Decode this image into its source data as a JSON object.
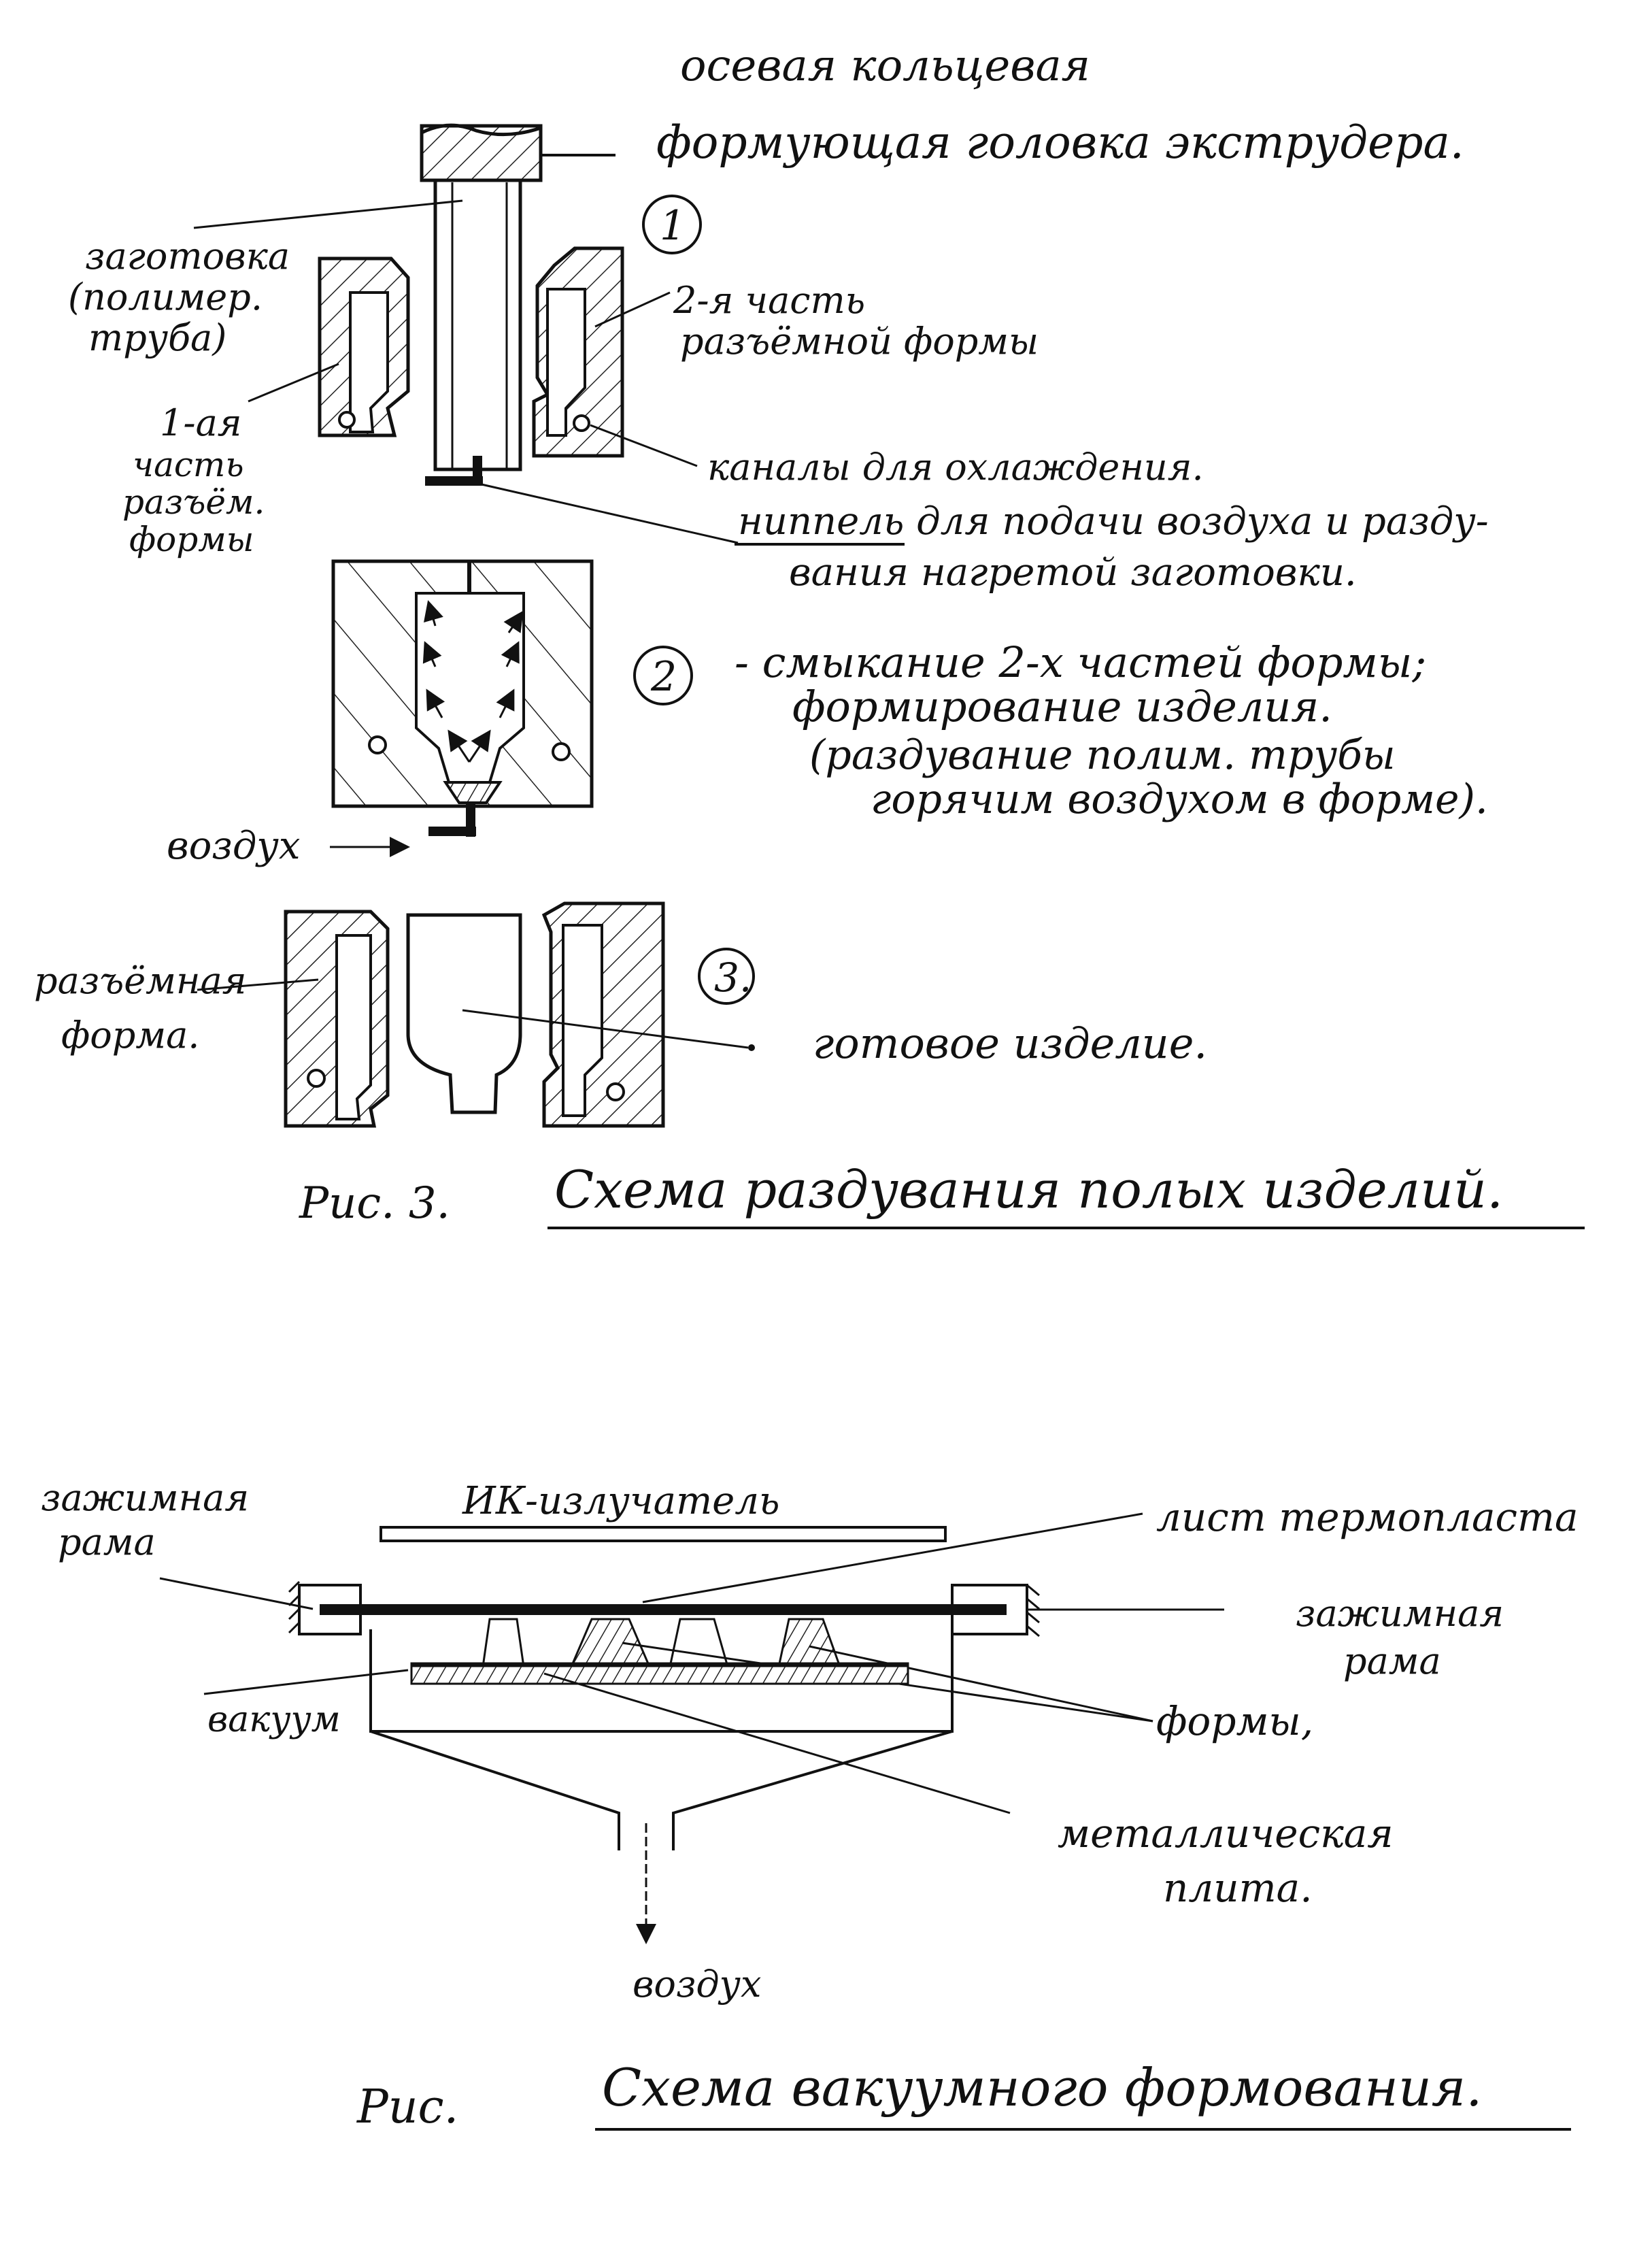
{
  "fig3": {
    "top_note": "осевая кольцевая",
    "extruder_head": "формующая головка экструдера.",
    "blank_label": [
      "заготовка",
      "(полимер.",
      "труба)"
    ],
    "step1": "1",
    "step2": "2",
    "step3": "3.",
    "part2_label": [
      "2-я часть",
      "разъёмной формы"
    ],
    "part1_label": [
      "1-ая",
      "часть",
      "разъём.",
      "формы"
    ],
    "cooling_channels": "каналы для охлаждения.",
    "nipple_label": [
      "ниппель для подачи воздуха и разду-",
      "вания нагретой заготовки."
    ],
    "step2_desc": [
      "- смыкание 2-х частей формы;",
      "формирование изделия.",
      "(раздувание полим. трубы",
      "горячим воздухом в форме)."
    ],
    "air_label": "воздух",
    "split_mold_label": [
      "разъёмная",
      "форма."
    ],
    "product_label": "готовое изделие.",
    "caption_prefix": "Рис. 3.",
    "caption_title": "Схема раздувания полых изделий."
  },
  "fig4": {
    "clamp_left": [
      "зажимная",
      "рама"
    ],
    "ir_emitter": "ИК-излучатель",
    "thermoplastic_sheet": "лист термопласта",
    "clamp_right": [
      "зажимная",
      "рама"
    ],
    "vacuum": "вакуум",
    "molds": "формы,",
    "metal_plate": [
      "металлическая",
      "плита."
    ],
    "air": "воздух",
    "caption_prefix": "Рис.",
    "caption_title": "Схема вакуумного формования."
  }
}
